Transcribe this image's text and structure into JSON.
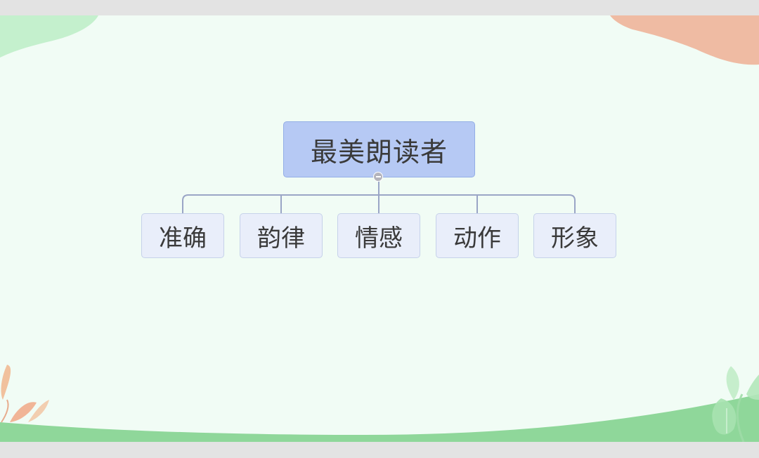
{
  "main": {
    "root": {
      "label": "最美朗读者"
    },
    "children": [
      {
        "label": "准确"
      },
      {
        "label": "韵律"
      },
      {
        "label": "情感"
      },
      {
        "label": "动作"
      },
      {
        "label": "形象"
      }
    ]
  },
  "colors": {
    "slide_background": "#f1fcf5",
    "root_fill": "#b6c9f4",
    "child_fill": "#e9eefa",
    "connector": "#9aa5c6",
    "leaf_green": "#8fd79a",
    "blob_orange": "#efbba3"
  },
  "icons": [
    "collapse-toggle-icon",
    "leaf-decoration",
    "palm-leaf-decoration",
    "orange-blob-decoration"
  ]
}
